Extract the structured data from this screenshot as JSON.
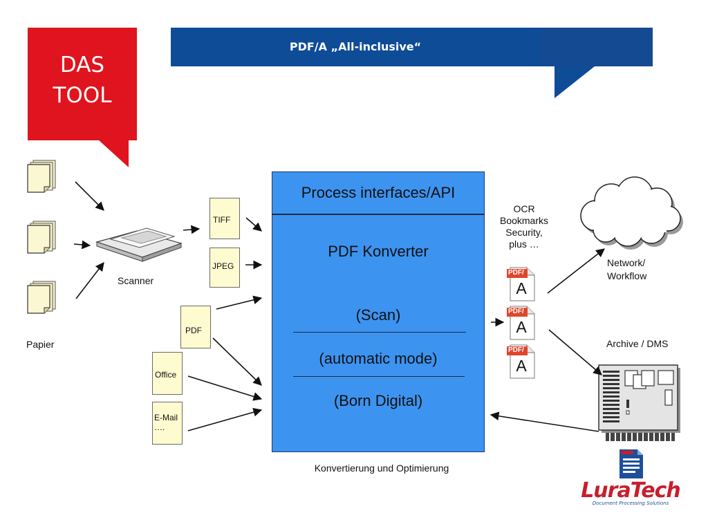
{
  "callout": {
    "line1": "DAS",
    "line2": "TOOL"
  },
  "banner": {
    "title": "PDF/A „All-inclusive“"
  },
  "inputs": {
    "paper_label": "Papier",
    "scanner_label": "Scanner",
    "formats": [
      "TIFF",
      "JPEG",
      "PDF",
      "Office"
    ],
    "email_line1": "E-Mail",
    "email_line2": "…."
  },
  "main": {
    "header": "Process interfaces/API",
    "title": "PDF Konverter",
    "mode_scan": "(Scan)",
    "mode_auto": "(automatic mode)",
    "mode_born": "(Born Digital)",
    "caption": "Konvertierung und Optimierung"
  },
  "features": {
    "line1": "OCR",
    "line2": "Bookmarks",
    "line3": "Security,",
    "line4": "plus …"
  },
  "pdf_icon": {
    "badge": "PDF/",
    "letter": "A"
  },
  "outputs": {
    "network_line1": "Network/",
    "network_line2": "Workflow",
    "archive": "Archive / DMS"
  },
  "logo": {
    "name": "LuraTech",
    "tagline": "Document Processing Solutions"
  },
  "colors": {
    "callout_red": "#e0141e",
    "banner_blue": "#0f4c98",
    "box_blue": "#3d93f0",
    "paper_yellow": "#fffbd0",
    "logo_red": "#c81e2c",
    "logo_blue": "#1d4f9b"
  }
}
